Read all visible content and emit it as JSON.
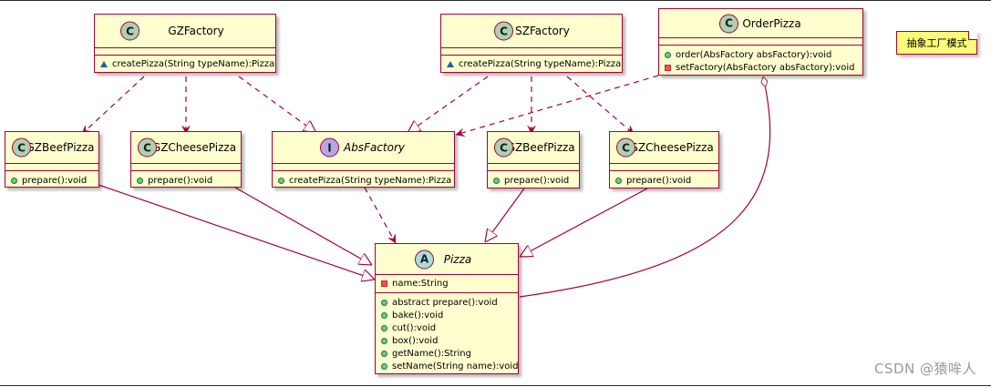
{
  "classes": {
    "gzfactory": {
      "name": "GZFactory",
      "badge": "C",
      "methods": [
        "createPizza(String typeName):Pizza"
      ]
    },
    "szfactory": {
      "name": "SZFactory",
      "badge": "C",
      "methods": [
        "createPizza(String typeName):Pizza"
      ]
    },
    "orderpizza": {
      "name": "OrderPizza",
      "badge": "C",
      "methods": [
        "order(AbsFactory absFactory):void",
        "setFactory(AbsFactory absFactory):void"
      ]
    },
    "gzbeefpizza": {
      "name": "GZBeefPizza",
      "badge": "C",
      "methods": [
        "prepare():void"
      ]
    },
    "gzcheesepizza": {
      "name": "GZCheesePizza",
      "badge": "C",
      "methods": [
        "prepare():void"
      ]
    },
    "absfactory": {
      "name": "AbsFactory",
      "badge": "I",
      "methods": [
        "createPizza(String typeName):Pizza"
      ]
    },
    "szbeefpizza": {
      "name": "SZBeefPizza",
      "badge": "C",
      "methods": [
        "prepare():void"
      ]
    },
    "szcheesepizza": {
      "name": "SZCheesePizza",
      "badge": "C",
      "methods": [
        "prepare():void"
      ]
    },
    "pizza": {
      "name": "Pizza",
      "badge": "A",
      "fields": [
        "name:String"
      ],
      "methods": [
        "abstract prepare():void",
        "bake():void",
        "cut():void",
        "box():void",
        "getName():String",
        "setName(String name):void"
      ]
    }
  },
  "note": {
    "text": "抽象工厂模式"
  },
  "watermark": "CSDN @猿哞人",
  "colors": {
    "border": "#a80036",
    "class_fill": "#fefece",
    "note_fill": "#fbfb77",
    "class_badge": "#add1b2",
    "interface_badge": "#b4a7e5",
    "abstract_badge": "#a9dcdf"
  }
}
